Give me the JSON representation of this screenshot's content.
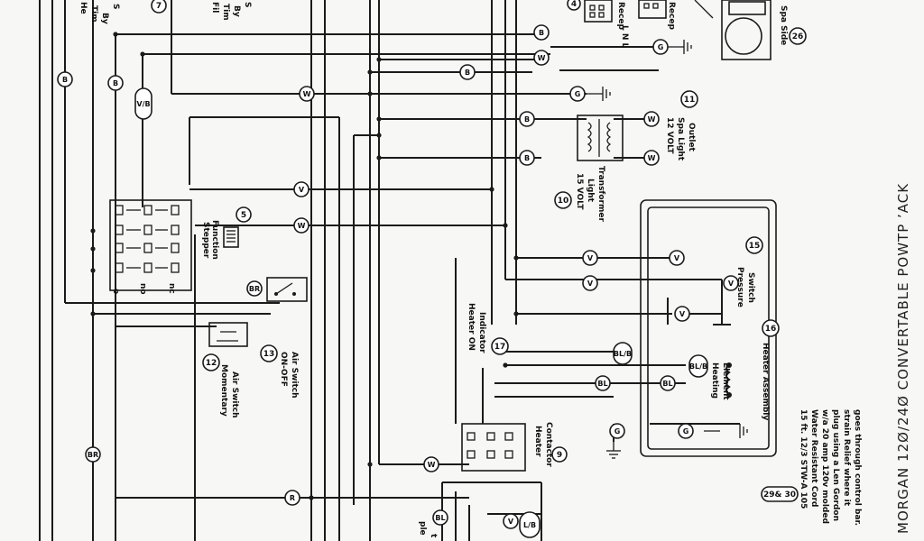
{
  "title": "MORGAN 12Ø/24Ø CONVERTABLE POWTP ’ACK",
  "labels": {
    "l_heater_timer_top": "He",
    "l_timer_top": "Tim",
    "l_by_top": "By",
    "l_s_top": "S",
    "l_filter_timer": "Fil",
    "l_filter_timer2": "Tim",
    "l_filter_by": "By",
    "l_filter_s": "S",
    "l_recep1": "Recep",
    "l_recep2": "Recep",
    "l_lnl": "L N L",
    "l_spa_side": "Spa Side",
    "l_spa_light1": "12 VOLT",
    "l_spa_light2": "Spa Light",
    "l_spa_light3": "Outlet",
    "l_transformer1": "15 VOLT",
    "l_transformer2": "Light",
    "l_transformer3": "Transformer",
    "l_function1": "Function",
    "l_function2": "Stepper",
    "l_pressure1": "Pressure",
    "l_pressure2": "Switch",
    "l_heater_asm": "Heater Assembly",
    "l_heater_on1": "Heater ON",
    "l_heater_on2": "Indicator",
    "l_momentary1": "Momentary",
    "l_momentary2": "Air Switch",
    "l_onoff1": "ON-OFF",
    "l_onoff2": "Air Switch",
    "l_heating1": "Heating",
    "l_heating2": "Element",
    "l_contactor1": "Heater",
    "l_contactor2": "Contactor",
    "l_cord1": "15 ft. 12/3 STW-A 105",
    "l_cord2": "Water Resistant Cord",
    "l_cord3": "w/a 20 amp 120v molded",
    "l_cord4": "plug using a Len Gordon",
    "l_cord5": "strain Relief where it",
    "l_cord6": "goes through control bar.",
    "l_o": "o",
    "l_no": "no",
    "l_nc": "nc",
    "l_ple": "ple",
    "l_t": "t",
    "l_9": "9"
  },
  "numbers": {
    "n5": "5",
    "n7": "7",
    "n9": "9",
    "n10": "10",
    "n11": "11",
    "n12": "12",
    "n13": "13",
    "n15": "15",
    "n16": "16",
    "n17": "17",
    "n26": "26",
    "n2930": "29& 30",
    "n4": "4"
  },
  "wire_codes": {
    "B": "B",
    "W": "W",
    "G": "G",
    "V": "V",
    "R": "R",
    "BR": "BR",
    "BL": "BL",
    "BLB": "BL/B",
    "VB": "V/B",
    "LB": "L/B"
  }
}
